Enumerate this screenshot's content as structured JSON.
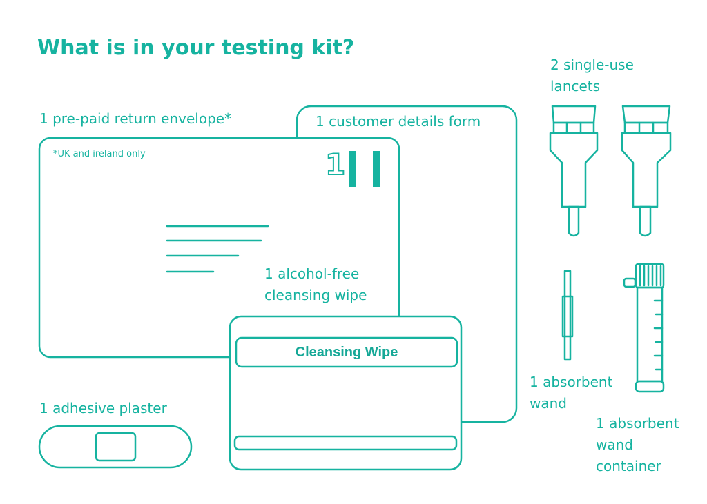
{
  "title": "What is in your testing kit?",
  "colors": {
    "accent": "#16b3a0",
    "background": "#ffffff"
  },
  "items": {
    "envelope": {
      "label": "1 pre-paid return envelope*",
      "note": "*UK and ireland only",
      "stamp_number": "1"
    },
    "form": {
      "label": "1 customer details form"
    },
    "wipe": {
      "label_line1": "1 alcohol-free",
      "label_line2": "cleansing wipe",
      "packet_text": "Cleansing Wipe"
    },
    "plaster": {
      "label": "1 adhesive plaster"
    },
    "lancets": {
      "label_line1": "2 single-use",
      "label_line2": "lancets"
    },
    "wand": {
      "label_line1": "1 absorbent",
      "label_line2": "wand"
    },
    "container": {
      "label_line1": "1 absorbent",
      "label_line2": "wand",
      "label_line3": "container"
    }
  }
}
